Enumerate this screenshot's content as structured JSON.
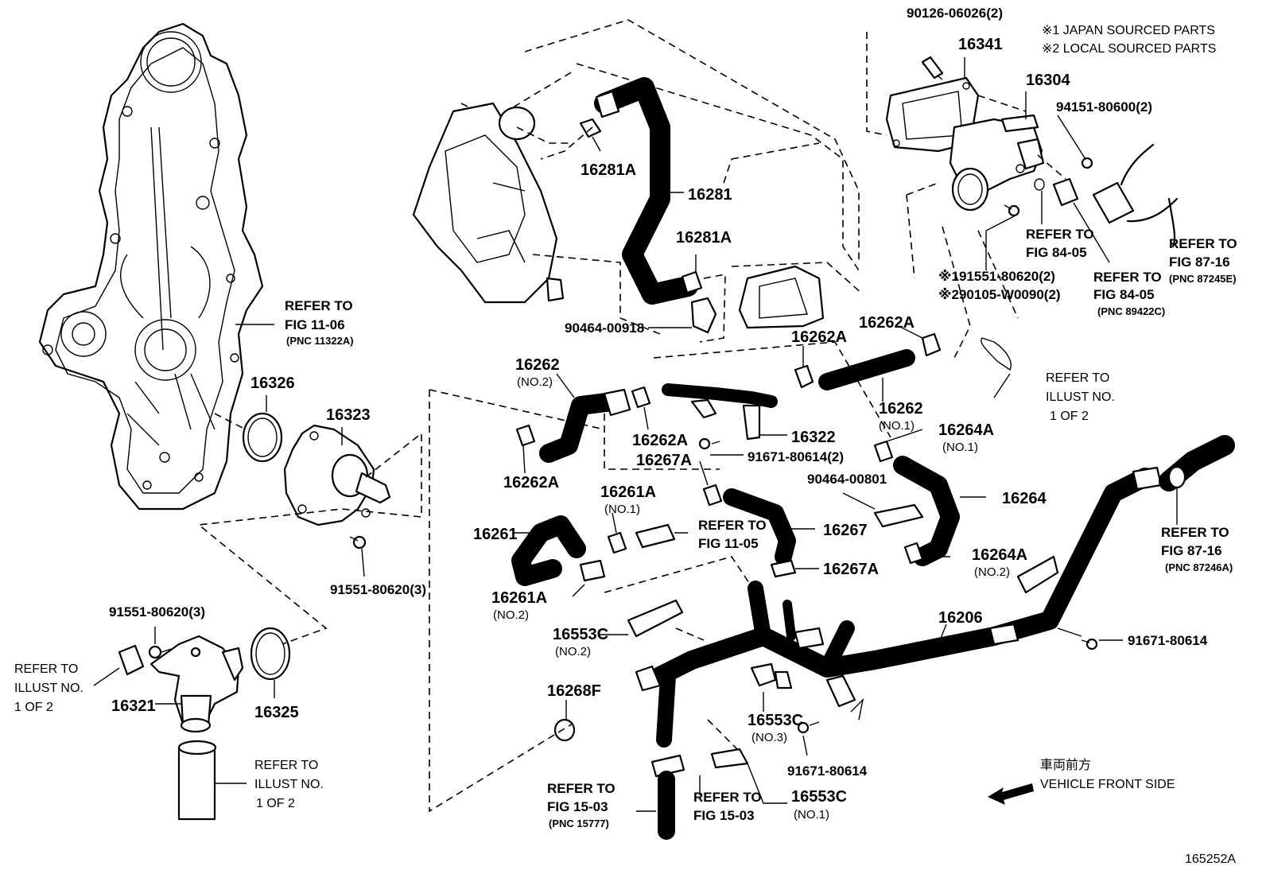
{
  "notes": {
    "japan": "※1 JAPAN SOURCED PARTS",
    "local": "※2 LOCAL SOURCED PARTS"
  },
  "figure_id": "165252A",
  "direction": {
    "jp": "車両前方",
    "en": "VEHICLE FRONT SIDE"
  },
  "parts": {
    "p90126": "90126-06026(2)",
    "p16341": "16341",
    "p16304": "16304",
    "p94151": "94151-80600(2)",
    "p16281A_top": "16281A",
    "p16281": "16281",
    "p16281A_mid": "16281A",
    "p90464_00918": "90464-00918",
    "p16326": "16326",
    "p16323": "16323",
    "p91551_a": "91551-80620(3)",
    "p91551_b": "91551-80620(3)",
    "p16321": "16321",
    "p16325": "16325",
    "p16262A_r": "16262A",
    "p16262A_m": "16262A",
    "p16262": "16262",
    "p16262_no2": "(NO.2)",
    "p16262_2": "16262",
    "p16262_no1": "(NO.1)",
    "p16262A_l": "16262A",
    "p16262A_c": "16262A",
    "p16322": "16322",
    "p91671_80614_2": "91671-80614(2)",
    "p16267A_t": "16267A",
    "p16264A_t": "16264A",
    "p16264A_t_no": "(NO.1)",
    "p90464_00801": "90464-00801",
    "p16264": "16264",
    "p16261A_t": "16261A",
    "p16261A_t_no": "(NO.1)",
    "p16261": "16261",
    "p16267": "16267",
    "p16267A_b": "16267A",
    "p16264A_b": "16264A",
    "p16264A_b_no": "(NO.2)",
    "p16261A_b": "16261A",
    "p16261A_b_no": "(NO.2)",
    "p16553C_2": "16553C",
    "p16553C_2_no": "(NO.2)",
    "p16206": "16206",
    "p91671_80614_r": "91671-80614",
    "p16268F": "16268F",
    "p16553C_3": "16553C",
    "p16553C_3_no": "(NO.3)",
    "p91671_80614_b": "91671-80614",
    "p16553C_1": "16553C",
    "p16553C_1_no": "(NO.1)",
    "p191551": "※191551-80620(2)",
    "p290105": "※290105-W0090(2)"
  },
  "refs": {
    "r_fig1106": {
      "l1": "REFER TO",
      "l2": "FIG 11-06",
      "l3": "(PNC 11322A)"
    },
    "r_fig8405a": {
      "l1": "REFER TO",
      "l2": "FIG 84-05"
    },
    "r_fig8405b": {
      "l1": "REFER TO",
      "l2": "FIG 84-05",
      "l3": "(PNC 89422C)"
    },
    "r_fig8716a": {
      "l1": "REFER TO",
      "l2": "FIG 87-16",
      "l3": "(PNC 87245E)"
    },
    "r_illust_r": {
      "l1": "REFER TO",
      "l2": "ILLUST NO.",
      "l3": "1 OF 2"
    },
    "r_fig1105": {
      "l1": "REFER TO",
      "l2": "FIG 11-05"
    },
    "r_fig8716b": {
      "l1": "REFER TO",
      "l2": "FIG 87-16",
      "l3": "(PNC 87246A)"
    },
    "r_illust_l": {
      "l1": "REFER TO",
      "l2": "ILLUST NO.",
      "l3": "1 OF 2"
    },
    "r_illust_lb": {
      "l1": "REFER TO",
      "l2": "ILLUST NO.",
      "l3": "1 OF 2"
    },
    "r_fig1503a": {
      "l1": "REFER TO",
      "l2": "FIG 15-03",
      "l3": "(PNC 15777)"
    },
    "r_fig1503b": {
      "l1": "REFER TO",
      "l2": "FIG 15-03"
    }
  }
}
